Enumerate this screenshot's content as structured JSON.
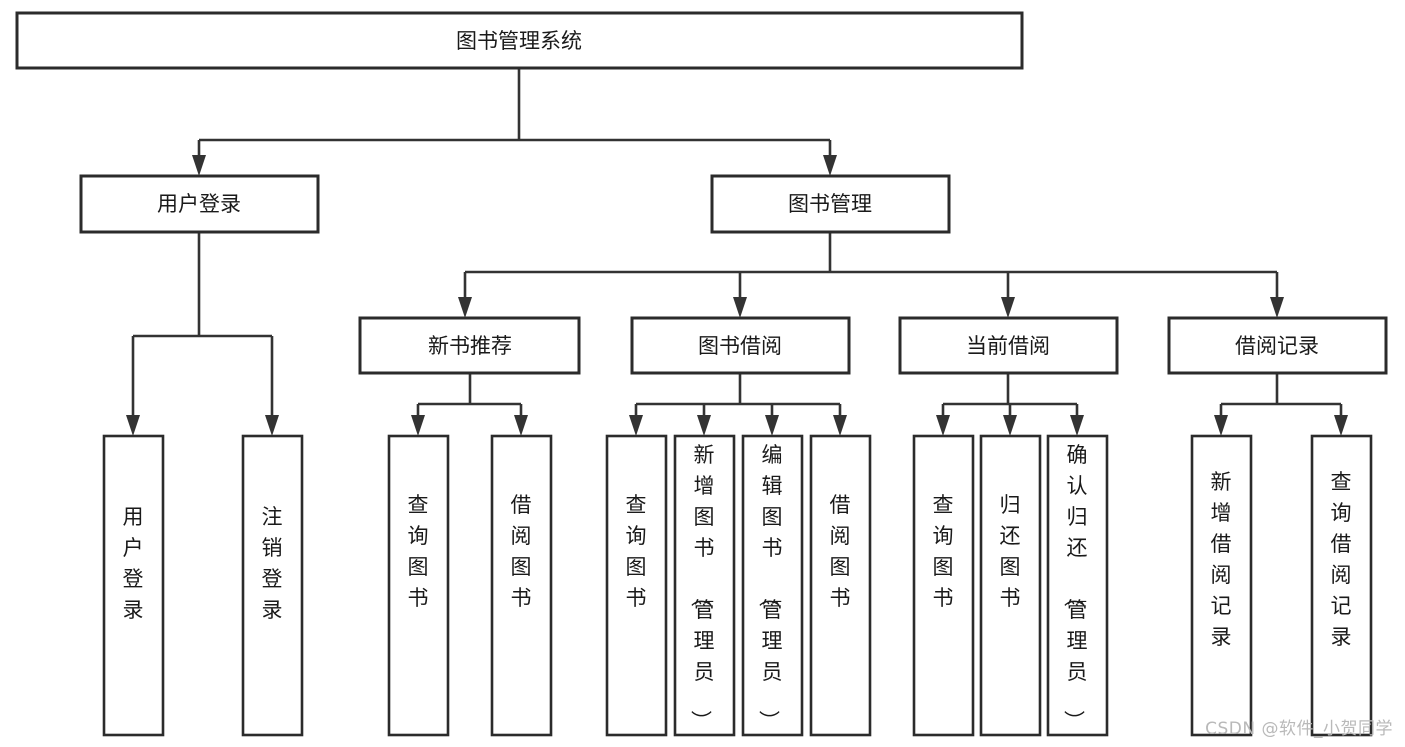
{
  "diagram": {
    "type": "tree",
    "title": "图书管理系统",
    "orientation": "top-down",
    "watermark": "CSDN @软件_小贺同学",
    "colors": {
      "background": "#ffffff",
      "box_fill": "#ffffff",
      "box_stroke": "#2b2b2b",
      "link_stroke": "#333333",
      "text": "#1a1a1a",
      "watermark": "#b9b9b9"
    },
    "root": {
      "id": "root",
      "label": "图书管理系统"
    },
    "level2": [
      {
        "id": "user-login",
        "label": "用户登录"
      },
      {
        "id": "book-manage",
        "label": "图书管理"
      }
    ],
    "level3": [
      {
        "id": "new-book-recommend",
        "label": "新书推荐",
        "parent": "book-manage"
      },
      {
        "id": "book-borrow",
        "label": "图书借阅",
        "parent": "book-manage"
      },
      {
        "id": "current-borrow",
        "label": "当前借阅",
        "parent": "book-manage"
      },
      {
        "id": "borrow-record",
        "label": "借阅记录",
        "parent": "book-manage"
      }
    ],
    "leaves": {
      "user-login": [
        {
          "id": "leaf-user-login",
          "label": "用户登录"
        },
        {
          "id": "leaf-user-logout",
          "label": "注销登录"
        }
      ],
      "new-book-recommend": [
        {
          "id": "leaf-query-book-1",
          "label": "查询图书"
        },
        {
          "id": "leaf-borrow-book-1",
          "label": "借阅图书"
        }
      ],
      "book-borrow": [
        {
          "id": "leaf-query-book-2",
          "label": "查询图书"
        },
        {
          "id": "leaf-add-book",
          "label": "新增图书（管理员）"
        },
        {
          "id": "leaf-edit-book",
          "label": "编辑图书（管理员）"
        },
        {
          "id": "leaf-borrow-book-2",
          "label": "借阅图书"
        }
      ],
      "current-borrow": [
        {
          "id": "leaf-query-book-3",
          "label": "查询图书"
        },
        {
          "id": "leaf-return-book",
          "label": "归还图书"
        },
        {
          "id": "leaf-confirm-return",
          "label": "确认归还（管理员）"
        }
      ],
      "borrow-record": [
        {
          "id": "leaf-add-record",
          "label": "新增借阅记录"
        },
        {
          "id": "leaf-query-record",
          "label": "查询借阅记录"
        }
      ]
    }
  }
}
